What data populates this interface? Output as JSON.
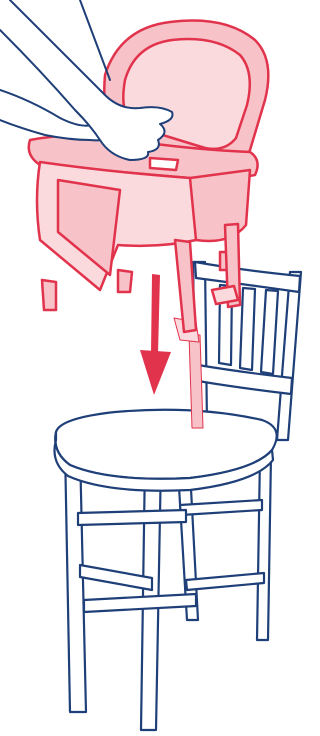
{
  "illustration": {
    "colors": {
      "seat_outline": "#e2334d",
      "seat_fill": "#f7c3c8",
      "seat_fill_light": "#fbdadd",
      "chair_outline": "#1f3f78",
      "arrow": "#e2334d",
      "hand_outline": "#1f3f78"
    },
    "icons": [
      "booster-seat",
      "hand",
      "down-arrow",
      "wooden-chair"
    ]
  }
}
